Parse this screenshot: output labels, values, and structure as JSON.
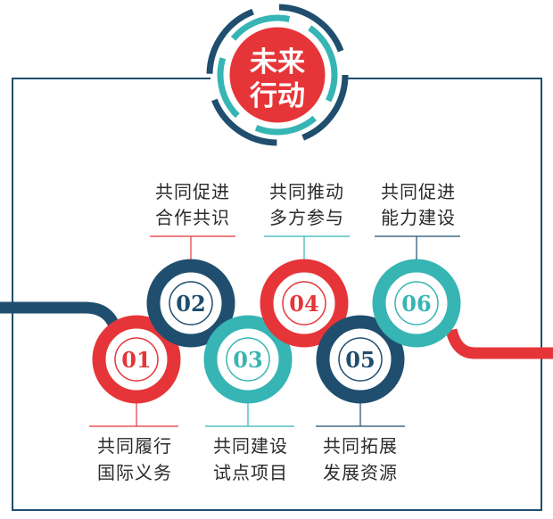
{
  "title_line1": "未来",
  "title_line2": "行动",
  "colors": {
    "red": "#e63538",
    "navy": "#1f4e6e",
    "teal": "#36b5b4",
    "text": "#2b2b2b",
    "frame": "#1f4e6e",
    "title_fill": "#e63538"
  },
  "steps": [
    {
      "num": "01",
      "color": "red",
      "label_line1": "共同履行",
      "label_line2": "国际义务",
      "label_position": "bottom"
    },
    {
      "num": "02",
      "color": "navy",
      "label_line1": "共同促进",
      "label_line2": "合作共识",
      "label_position": "top"
    },
    {
      "num": "03",
      "color": "teal",
      "label_line1": "共同建设",
      "label_line2": "试点项目",
      "label_position": "bottom"
    },
    {
      "num": "04",
      "color": "red",
      "label_line1": "共同推动",
      "label_line2": "多方参与",
      "label_position": "top"
    },
    {
      "num": "05",
      "color": "navy",
      "label_line1": "共同拓展",
      "label_line2": "发展资源",
      "label_position": "bottom"
    },
    {
      "num": "06",
      "color": "teal",
      "label_line1": "共同促进",
      "label_line2": "能力建设",
      "label_position": "top"
    }
  ]
}
